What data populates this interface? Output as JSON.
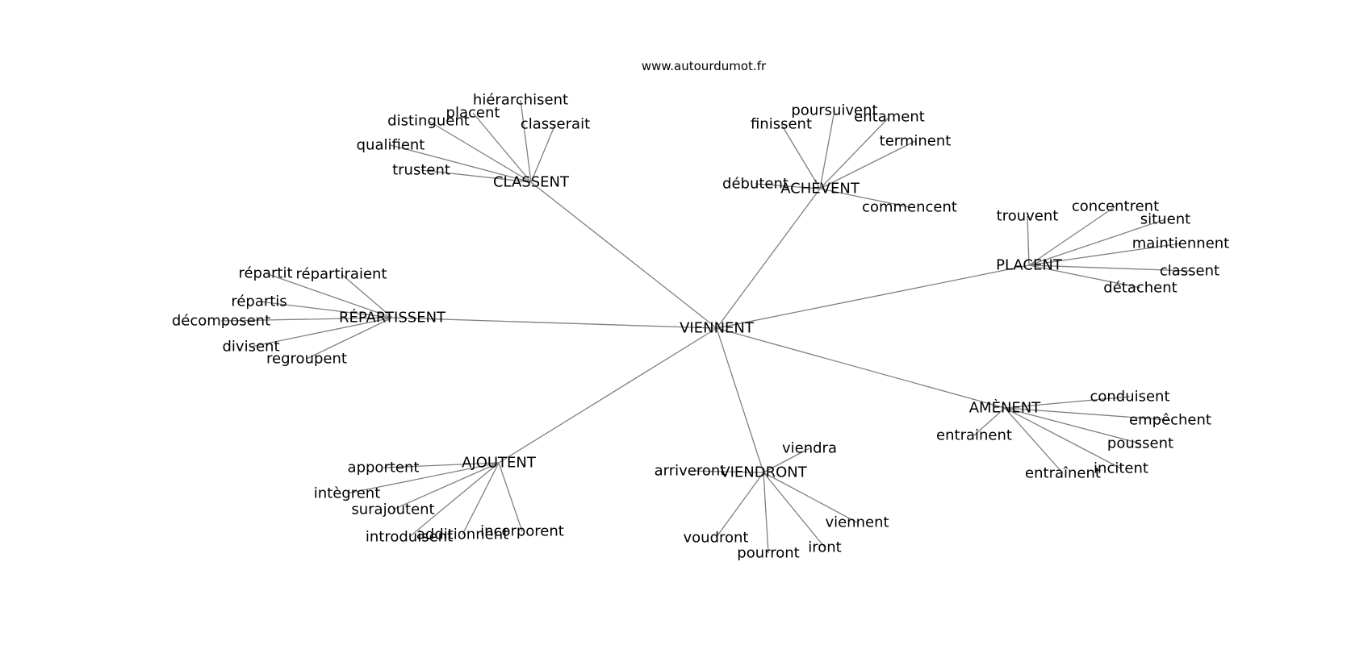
{
  "site": "www.autourdumot.fr",
  "root": "VIENNENT",
  "clusters": [
    {
      "id": "classent",
      "label": "CLASSENT",
      "words": [
        "hiérarchisent",
        "placent",
        "distinguent",
        "classerait",
        "qualifient",
        "trustent"
      ]
    },
    {
      "id": "achevent",
      "label": "ACHÈVENT",
      "words": [
        "poursuivent",
        "entament",
        "finissent",
        "terminent",
        "débutent",
        "commencent"
      ]
    },
    {
      "id": "placent",
      "label": "PLACENT",
      "words": [
        "concentrent",
        "trouvent",
        "situent",
        "maintiennent",
        "classent",
        "détachent"
      ]
    },
    {
      "id": "repartissent",
      "label": "RÉPARTISSENT",
      "words": [
        "répartit",
        "répartiraient",
        "répartis",
        "décomposent",
        "divisent",
        "regroupent"
      ]
    },
    {
      "id": "amenent",
      "label": "AMÈNENT",
      "words": [
        "conduisent",
        "empêchent",
        "poussent",
        "incitent",
        "entraînent",
        "entrainent"
      ]
    },
    {
      "id": "ajoutent",
      "label": "AJOUTENT",
      "words": [
        "apportent",
        "intègrent",
        "surajoutent",
        "introduisent",
        "additionnent",
        "incorporent"
      ]
    },
    {
      "id": "viendront",
      "label": "VIENDRONT",
      "words": [
        "viendra",
        "arriveront",
        "viennent",
        "voudront",
        "iront",
        "pourront"
      ]
    }
  ]
}
